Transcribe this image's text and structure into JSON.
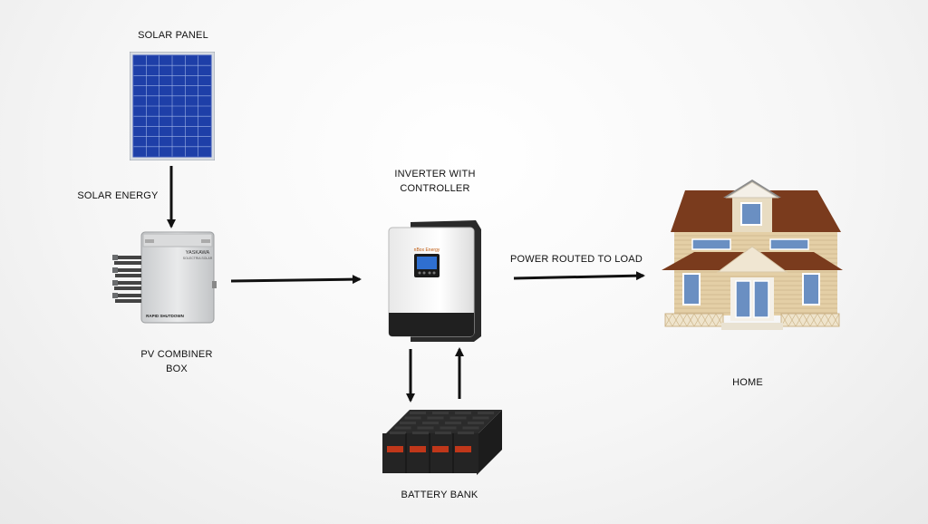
{
  "labels": {
    "solar_panel": "SOLAR PANEL",
    "solar_energy": "SOLAR ENERGY",
    "combiner_box_line1": "PV COMBINER",
    "combiner_box_line2": "BOX",
    "inverter_line1": "INVERTER WITH",
    "inverter_line2": "CONTROLLER",
    "power_routed": "POWER ROUTED TO LOAD",
    "home": "HOME",
    "battery_bank": "BATTERY BANK"
  },
  "device_text": {
    "combiner_brand_line1": "YASKAWA",
    "combiner_brand_line2": "SOLECTRIA SOLAR",
    "combiner_rapid": "RAPID SHUTDOWN",
    "inverter_brand": "nBox Energy"
  },
  "colors": {
    "arrow": "#111111",
    "solar_cell": "#1e3fa8",
    "roof": "#7a3b1d",
    "siding": "#e4cfa6"
  }
}
